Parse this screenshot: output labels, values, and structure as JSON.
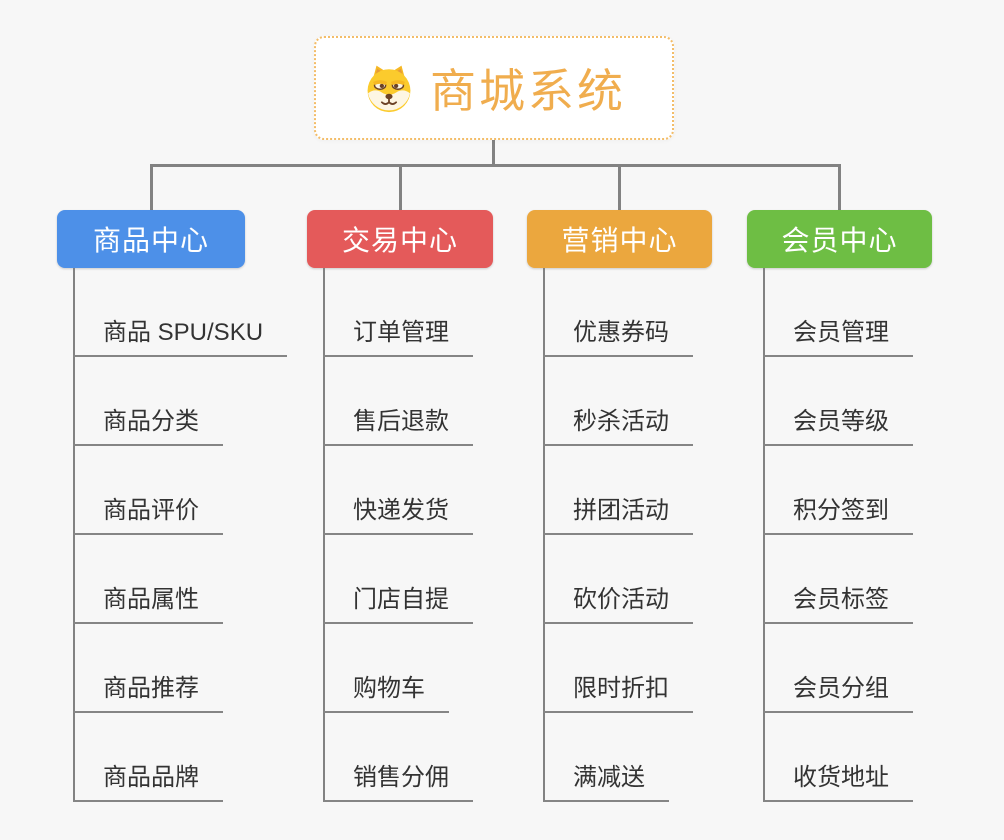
{
  "page": {
    "background_color": "#f7f7f7",
    "connector_color": "#828282",
    "leaf_text_color": "#333333"
  },
  "root": {
    "label": "商城系统",
    "icon": "dog-face-icon",
    "text_color": "#f0ad4e",
    "border_color": "#f3bd69",
    "background_color": "#ffffff"
  },
  "branches": [
    {
      "id": "product-center",
      "label": "商品中心",
      "color": "#4d90e8",
      "children": [
        "商品 SPU/SKU",
        "商品分类",
        "商品评价",
        "商品属性",
        "商品推荐",
        "商品品牌"
      ]
    },
    {
      "id": "trade-center",
      "label": "交易中心",
      "color": "#e45a5a",
      "children": [
        "订单管理",
        "售后退款",
        "快递发货",
        "门店自提",
        "购物车",
        "销售分佣"
      ]
    },
    {
      "id": "marketing-center",
      "label": "营销中心",
      "color": "#eba73e",
      "children": [
        "优惠券码",
        "秒杀活动",
        "拼团活动",
        "砍价活动",
        "限时折扣",
        "满减送"
      ]
    },
    {
      "id": "member-center",
      "label": "会员中心",
      "color": "#6ebe44",
      "children": [
        "会员管理",
        "会员等级",
        "积分签到",
        "会员标签",
        "会员分组",
        "收货地址"
      ]
    }
  ]
}
